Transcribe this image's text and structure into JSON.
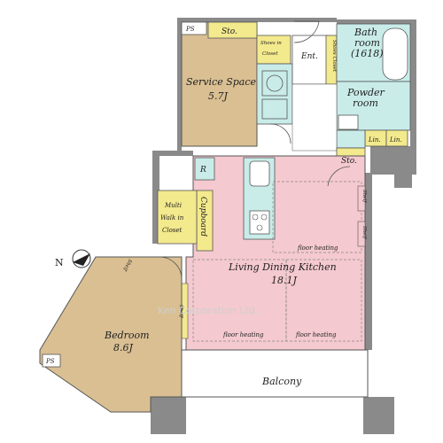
{
  "rooms": {
    "ps_top": "PS",
    "sto_top": "Sto.",
    "shoes_closet_1": "Shoes in",
    "shoes_closet_2": "Closet",
    "ent": "Ent.",
    "shoes_closet_side": "Shoes Closet",
    "bath_1": "Bath",
    "bath_2": "room",
    "bath_3": "(1618)",
    "powder_1": "Powder",
    "powder_2": "room",
    "lin_1": "Lin.",
    "lin_2": "Lin.",
    "sto_mid": "Sto.",
    "service_1": "Service Space",
    "service_2": "5.7J",
    "r": "R",
    "cupboard": "Cupboard",
    "multi_1": "Multi",
    "multi_2": "Walk in",
    "multi_3": "Closet",
    "shelf_right_1": "Shelf",
    "shelf_right_2": "Shelf",
    "floor_heating_1": "floor heating",
    "ldk_1": "Living Dining Kitchen",
    "ldk_2": "18.1J",
    "floor_heating_2": "floor heating",
    "floor_heating_3": "floor heating",
    "shelf_left": "Shelf",
    "shelf_bed": "Shelf",
    "bedroom_1": "Bedroom",
    "bedroom_2": "8.6J",
    "ps_bottom": "PS",
    "balcony": "Balcony"
  },
  "compass": {
    "label": "N"
  },
  "watermark": "Ken Corporation Ltd.",
  "colors": {
    "service": "#d9bf92",
    "bedroom": "#d9bf92",
    "ldk": "#f4c9cf",
    "wet": "#c9ece9",
    "closet": "#f3e98d",
    "wall": "#808080"
  }
}
